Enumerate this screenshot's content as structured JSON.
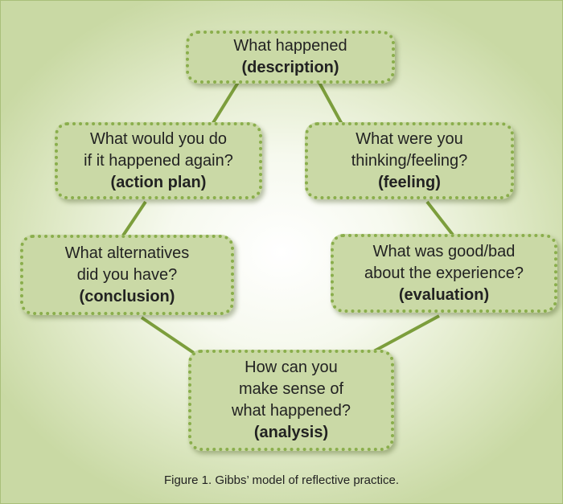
{
  "nodes": {
    "description": {
      "question": "What happened",
      "label": "(description)"
    },
    "feeling": {
      "question": "What were you\nthinking/feeling?",
      "label": "(feeling)"
    },
    "evaluation": {
      "question": "What was good/bad\nabout the experience?",
      "label": "(evaluation)"
    },
    "analysis": {
      "question": "How can you\nmake sense of\nwhat happened?",
      "label": "(analysis)"
    },
    "conclusion": {
      "question": "What alternatives\ndid you have?",
      "label": "(conclusion)"
    },
    "action_plan": {
      "question": "What would you do\nif it happened again?",
      "label": "(action plan)"
    }
  },
  "caption": "Figure 1. Gibbs’ model of reflective practice.",
  "colors": {
    "node_fill": "#cad9a6",
    "node_border": "#8aae4c",
    "connector": "#7c9e3c"
  }
}
